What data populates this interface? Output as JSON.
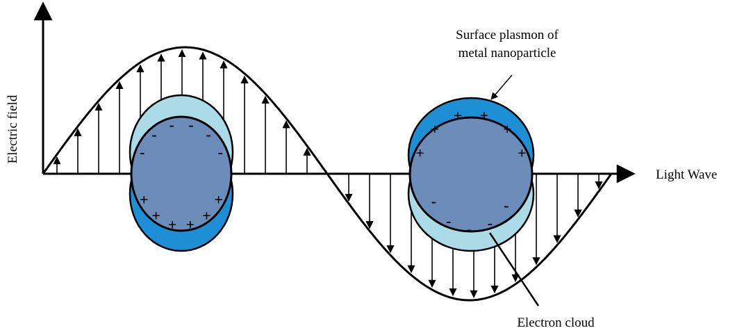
{
  "labels": {
    "y_axis": "Electric field",
    "x_axis": "Light Wave",
    "plasmon_line1": "Surface plasmon of",
    "plasmon_line2": "metal nanoparticle",
    "electron_cloud": "Electron cloud"
  },
  "particles": [
    {
      "name": "particle-left",
      "charge_shift": "up",
      "top_signs": [
        "-",
        "-",
        "-",
        "-",
        "-",
        "-"
      ],
      "bottom_signs": [
        "+",
        "+",
        "+",
        "+",
        "+",
        "+"
      ]
    },
    {
      "name": "particle-right",
      "charge_shift": "down",
      "top_signs": [
        "+",
        "+",
        "+",
        "+",
        "+",
        "+"
      ],
      "bottom_signs": [
        "-",
        "-",
        "-",
        "-",
        "-"
      ]
    }
  ],
  "colors": {
    "light_cloud": "#acdbe8",
    "dark_cloud": "#1e8fd5",
    "particle_core": "#6c8cba",
    "line": "#000000"
  }
}
